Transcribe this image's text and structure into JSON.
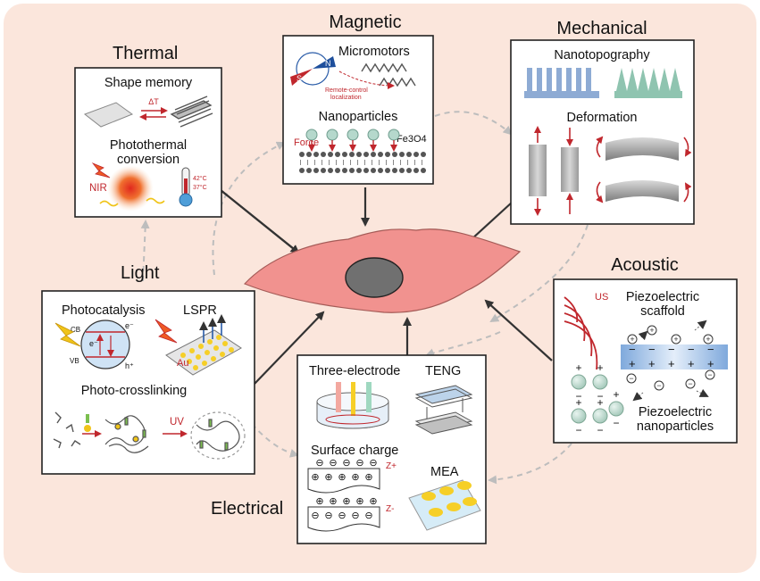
{
  "categories": {
    "magnetic": "Magnetic",
    "thermal": "Thermal",
    "mechanical": "Mechanical",
    "light": "Light",
    "acoustic": "Acoustic",
    "electrical": "Electrical"
  },
  "thermal": {
    "shape_memory": "Shape memory",
    "delta_t": "ΔT",
    "photothermal_1": "Photothermal",
    "photothermal_2": "conversion",
    "nir": "NIR",
    "temp_high": "42°C",
    "temp_low": "37°C"
  },
  "magnetic": {
    "micromotors": "Micromotors",
    "remote_1": "Remote-control",
    "remote_2": "localization",
    "nanoparticles": "Nanoparticles",
    "force": "Force",
    "fe3o4": "Fe3O4",
    "s_pole": "S",
    "n_pole": "N"
  },
  "mechanical": {
    "nanotopography": "Nanotopography",
    "deformation": "Deformation"
  },
  "light": {
    "photocatalysis": "Photocatalysis",
    "lspr": "LSPR",
    "cb": "CB",
    "vb": "VB",
    "e_minus": "e⁻",
    "h_plus": "h⁺",
    "au": "Au",
    "photo_crosslinking": "Photo-crosslinking",
    "uv": "UV"
  },
  "acoustic": {
    "us": "US",
    "scaffold_1": "Piezoelectric",
    "scaffold_2": "scaffold",
    "np_1": "Piezoelectric",
    "np_2": "nanoparticles"
  },
  "electrical": {
    "three_electrode": "Three-electrode",
    "teng": "TENG",
    "surface_charge": "Surface charge",
    "z_plus": "Z+",
    "z_minus": "Z-",
    "mea": "MEA"
  },
  "colors": {
    "background": "#fbe6dc",
    "cell": "#f1928f",
    "nucleus": "#707070",
    "accent_red": "#c0272d",
    "piezo_blue": "#a9c8ea",
    "nanopillar_blue": "#8eabd4",
    "nanocone_green": "#8fc4b0",
    "mea_yellow": "#f6cf27"
  }
}
